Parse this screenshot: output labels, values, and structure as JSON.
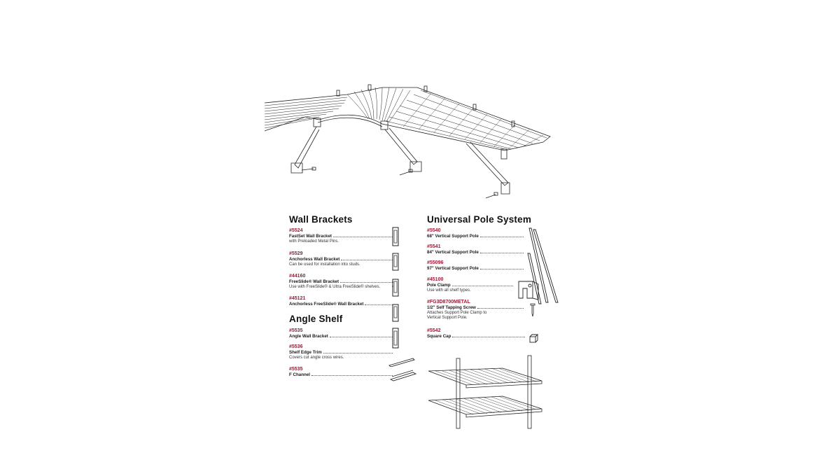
{
  "wall_brackets": {
    "title": "Wall Brackets",
    "items": [
      {
        "sku": "#5524",
        "name": "FastSet Wall Bracket",
        "desc": "with Preloaded Metal Pins."
      },
      {
        "sku": "#5529",
        "name": "Anchorless Wall Bracket",
        "desc": "Can be used for installation into studs."
      },
      {
        "sku": "#44160",
        "name": "FreeSlide® Wall Bracket",
        "desc": "Use with FreeSlide® & Ultra FreeSlide® shelves."
      },
      {
        "sku": "#45121",
        "name": "Anchorless FreeSlide® Wall Bracket",
        "desc": ""
      }
    ]
  },
  "angle_shelf": {
    "title": "Angle Shelf",
    "items": [
      {
        "sku": "#5535",
        "name": "Angle Wall Bracket",
        "desc": ""
      },
      {
        "sku": "#5536",
        "name": "Shelf Edge Trim",
        "desc": "Covers cut angle cross wires."
      },
      {
        "sku": "#5535",
        "name": "F Channel",
        "desc": ""
      }
    ]
  },
  "pole_system": {
    "title": "Universal Pole System",
    "items": [
      {
        "sku": "#5540",
        "name": "68\" Vertical Support Pole",
        "desc": ""
      },
      {
        "sku": "#5541",
        "name": "84\" Vertical Support Pole",
        "desc": ""
      },
      {
        "sku": "#55096",
        "name": "97\" Vertical Support Pole",
        "desc": ""
      },
      {
        "sku": "#45100",
        "name": "Pole Clamp",
        "desc": "Use with all shelf types."
      },
      {
        "sku": "#FG3D8700METAL",
        "name": "1/2\" Self Tapping Screw",
        "desc": "Attaches Support Pole Clamp to",
        "desc2": "Vertical Support Pole."
      },
      {
        "sku": "#5542",
        "name": "Square Cap",
        "desc": ""
      }
    ]
  },
  "colors": {
    "sku": "#9b1b35",
    "text": "#111111"
  }
}
